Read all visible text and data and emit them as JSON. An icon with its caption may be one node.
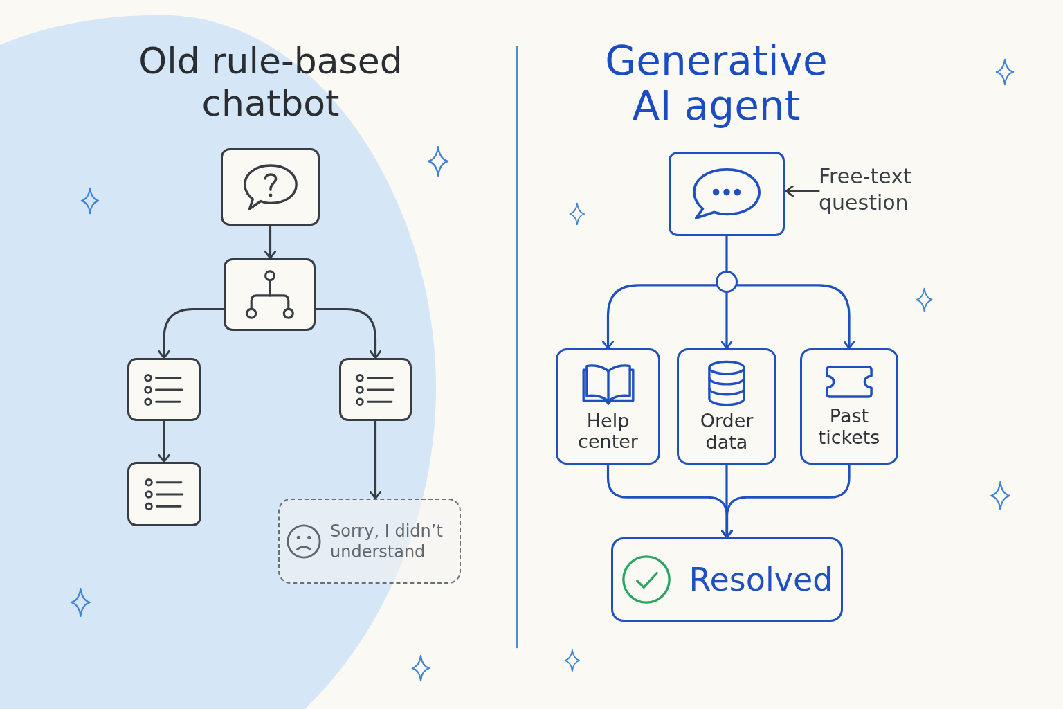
{
  "diagram": {
    "nodes": [
      {
        "text": [],
        "shape": "box"
      },
      {
        "text": [],
        "shape": "box"
      },
      {
        "text": [],
        "shape": "box"
      },
      {
        "text": [],
        "shape": "box"
      },
      {
        "text": [],
        "shape": "box"
      },
      {
        "text": [
          "Sorry, I didn’t understand"
        ]
      },
      {
        "text": [],
        "shape": "box"
      },
      {
        "text": [
          "Free-text question"
        ]
      },
      {
        "text": [],
        "shape": "circle"
      },
      {
        "text": [
          "Help center"
        ]
      },
      {
        "text": [
          "Order data"
        ]
      },
      {
        "text": [
          "Past tickets"
        ]
      },
      {
        "text": [
          "Resolved"
        ]
      }
    ],
    "edges": [
      {
        "from": 0,
        "to": 1,
        "arrow": "to",
        "color": "#383d44"
      },
      {
        "from": 1,
        "to": 2,
        "arrow": "to",
        "color": "#383d44"
      },
      {
        "from": 1,
        "to": 3,
        "arrow": "to",
        "color": "#383d44"
      },
      {
        "from": 2,
        "to": 4,
        "arrow": "to",
        "color": "#383d44"
      },
      {
        "from": 3,
        "to": 5,
        "arrow": "to",
        "color": "#383d44"
      },
      {
        "from": 7,
        "to": 6,
        "arrow": "to",
        "color": "#383d44"
      },
      {
        "from": 6,
        "to": 8,
        "arrow": "none"
      },
      {
        "from": 8,
        "to": 9,
        "arrow": "to"
      },
      {
        "from": 8,
        "to": 10,
        "arrow": "to"
      },
      {
        "from": 8,
        "to": 11,
        "arrow": "to"
      },
      {
        "from": 9,
        "to": 12,
        "arrow": "to"
      },
      {
        "from": 10,
        "to": 12,
        "arrow": "to"
      },
      {
        "from": 11,
        "to": 12,
        "arrow": "to"
      }
    ],
    "labels": [
      "Old rule-based chatbot",
      "Generative AI agent"
    ]
  }
}
